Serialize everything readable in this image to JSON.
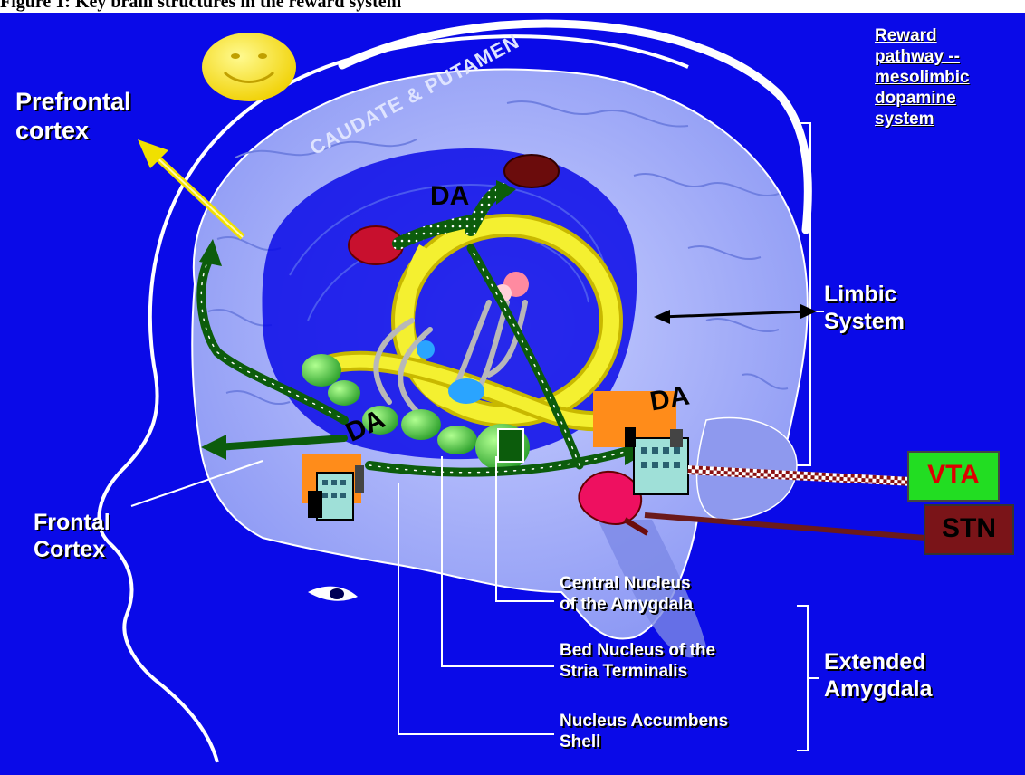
{
  "caption": "Figure 1: Key brain structures in the reward system",
  "header": {
    "reward_lines": [
      "Reward",
      "pathway --",
      "mesolimbic",
      "dopamine",
      "system"
    ]
  },
  "labels": {
    "prefrontal_1": "Prefrontal",
    "prefrontal_2": "cortex",
    "caudate": "CAUDATE & PUTAMEN",
    "limbic_1": "Limbic",
    "limbic_2": "System",
    "frontal_1": "Frontal",
    "frontal_2": "Cortex",
    "central_1": "Central Nucleus",
    "central_2": "of the Amygdala",
    "bed_1": "Bed Nucleus of the",
    "bed_2": "Stria Terminalis",
    "accumbens_1": "Nucleus Accumbens",
    "accumbens_2": "Shell",
    "extended_1": "Extended",
    "extended_2": "Amygdala",
    "da_top": "DA",
    "da_left": "DA",
    "da_right": "DA",
    "vta": "VTA",
    "stn": "STN"
  },
  "colors": {
    "background": "#0a0ae8",
    "brain": "#a9b4ff",
    "pathway": "#0c5c0c",
    "limbic_ring": "#f0ec20",
    "vta_box": "#22dd22",
    "stn_box": "#7a1418"
  },
  "icons": [
    "smiley-face-icon",
    "factory-icon"
  ]
}
